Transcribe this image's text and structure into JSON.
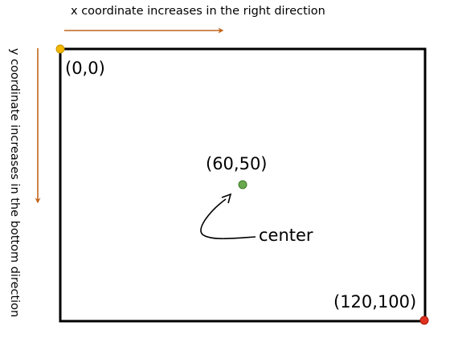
{
  "labels": {
    "x_direction": "x coordinate increases in the right direction",
    "y_direction": "y coordinate increases in the bottom direction",
    "origin": "(0,0)",
    "midpoint": "(60,50)",
    "corner": "(120,100)",
    "center": "center"
  },
  "colors": {
    "axis_arrow": "#c0651b",
    "frame": "#000000",
    "origin_point": "#f5b800",
    "midpoint_point": "#6aa84f",
    "corner_point": "#e0301e"
  }
}
